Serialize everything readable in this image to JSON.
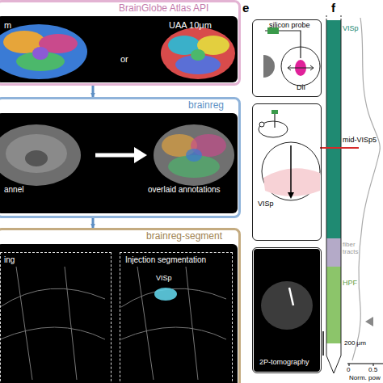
{
  "diagram": {
    "nodes": [
      {
        "text": [
          "BrainGlobe Atlas API",
          "m",
          "or",
          "UAA 10μm"
        ]
      },
      {
        "text": [
          "brainreg",
          "annel",
          "overlaid annotations"
        ]
      },
      {
        "text": [
          "brainreg-segment"
        ]
      },
      {
        "text": [
          "ing"
        ],
        "in": 2
      },
      {
        "text": [
          "Injection segmentation",
          "VISp"
        ],
        "in": 2
      },
      {
        "text": [
          "silicon probe",
          "DiI"
        ]
      },
      {
        "text": [
          "VISp"
        ]
      },
      {
        "text": [
          "2P-tomography"
        ]
      }
    ],
    "edges": [
      {
        "from": 0,
        "to": 1,
        "arrow": "to"
      },
      {
        "from": 1,
        "to": 2,
        "arrow": "to"
      }
    ],
    "labels": [
      "e",
      "f",
      "VISp",
      "mid-VISp5",
      "fiber tracts",
      "HPF",
      "200 μm",
      "0",
      "0.5",
      "Norm. pow"
    ]
  }
}
